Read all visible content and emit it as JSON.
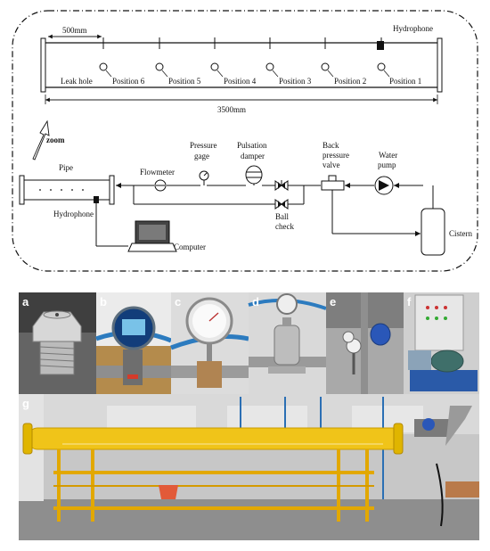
{
  "diagram": {
    "top_schematic": {
      "dim_500": "500mm",
      "dim_3500": "3500mm",
      "hydrophone": "Hydrophone",
      "leak_hole": "Leak hole",
      "positions": [
        "Position 6",
        "Position 5",
        "Position 4",
        "Position 3",
        "Position 2",
        "Position 1"
      ],
      "zoom": "zoom"
    },
    "system_schematic": {
      "pipe": "Pipe",
      "hydrophone": "Hydrophone",
      "flowmeter": "Flowmeter",
      "pressure_gage_line1": "Pressure",
      "pressure_gage_line2": "gage",
      "pulsation_line1": "Pulsation",
      "pulsation_line2": "damper",
      "back_pressure_line1": "Back",
      "back_pressure_line2": "pressure",
      "back_pressure_line3": "valve",
      "water_pump_line1": "Water",
      "water_pump_line2": "pump",
      "ball_check_line1": "Ball",
      "ball_check_line2": "check",
      "computer": "Computer",
      "cistern": "Cistern"
    },
    "photo_labels": [
      "a",
      "b",
      "c",
      "d",
      "e",
      "f",
      "g"
    ]
  }
}
